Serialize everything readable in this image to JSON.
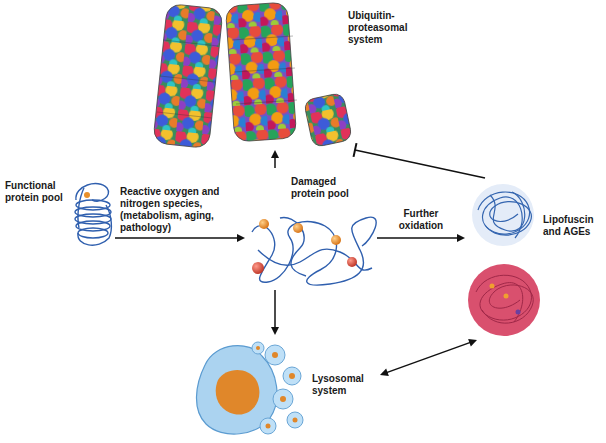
{
  "diagram": {
    "nodes": [
      {
        "text": [
          "Functional protein pool"
        ]
      },
      {
        "text": [
          "Damaged protein pool"
        ]
      },
      {
        "text": [
          "Ubiquitin-proteasomal system"
        ]
      },
      {
        "text": [
          "Lipofuscin and AGEs"
        ]
      },
      {
        "text": [
          "Lysosomal system"
        ]
      }
    ],
    "edges": [
      {
        "from": 0,
        "to": 1,
        "label": "Reactive oxygen and nitrogen species, (metabolism, aging, pathology)",
        "arrow": "to"
      },
      {
        "from": 1,
        "to": 2,
        "arrow": "to"
      },
      {
        "from": 1,
        "to": 3,
        "label": "Further oxidation",
        "arrow": "to"
      },
      {
        "from": 1,
        "to": 4,
        "arrow": "to"
      },
      {
        "from": 4,
        "to": 3,
        "arrow": "both"
      },
      {
        "from": 3,
        "to": 2,
        "arrow": "to"
      }
    ]
  }
}
